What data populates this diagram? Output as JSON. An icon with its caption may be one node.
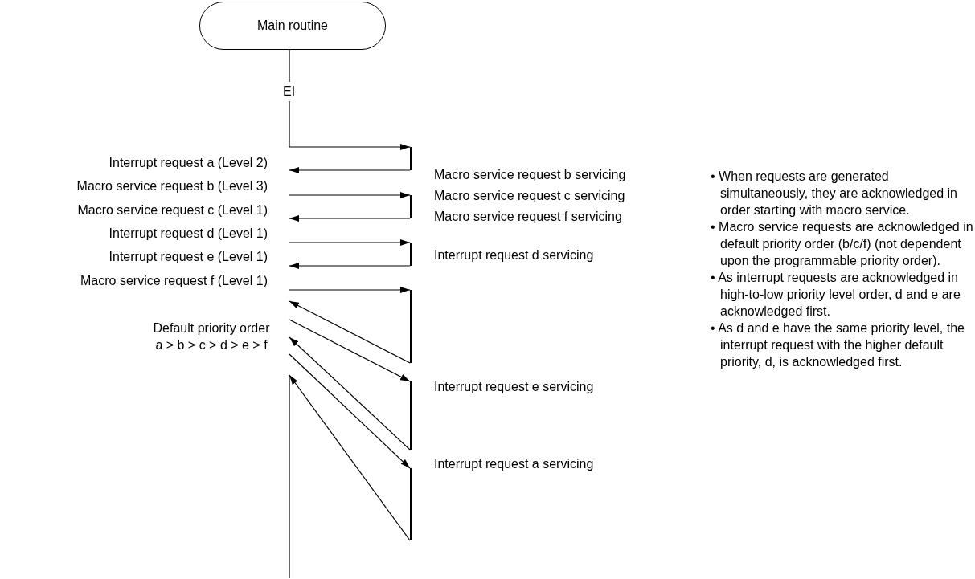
{
  "diagram": {
    "nodes": [
      {
        "text": [
          "Main routine"
        ]
      },
      {
        "text": [],
        "shape": "bar",
        "beside": [
          "Macro service request b servicing"
        ]
      },
      {
        "text": [],
        "shape": "bar",
        "beside": [
          "Macro service request c servicing"
        ]
      },
      {
        "text": [],
        "shape": "bar",
        "beside": [
          "Macro service request f servicing"
        ]
      },
      {
        "text": [],
        "shape": "bar",
        "beside": [
          "Interrupt request d servicing"
        ]
      },
      {
        "text": [],
        "shape": "bar",
        "beside": [
          "Interrupt request e servicing"
        ]
      },
      {
        "text": [],
        "shape": "bar",
        "beside": [
          "Interrupt request a servicing"
        ]
      }
    ],
    "edges": [
      {
        "from": 0,
        "to": 1,
        "arrow": "to",
        "label": "EI"
      },
      {
        "from": 1,
        "to": null,
        "arrow": "to"
      },
      {
        "from": null,
        "to": 2,
        "arrow": "to"
      },
      {
        "from": 2,
        "to": null,
        "arrow": "to"
      },
      {
        "from": null,
        "to": 3,
        "arrow": "to"
      },
      {
        "from": 3,
        "to": null,
        "arrow": "to"
      },
      {
        "from": null,
        "to": 4,
        "arrow": "to"
      },
      {
        "from": 4,
        "to": null,
        "arrow": "to"
      },
      {
        "from": null,
        "to": 5,
        "arrow": "to"
      },
      {
        "from": 5,
        "to": null,
        "arrow": "to"
      },
      {
        "from": null,
        "to": 6,
        "arrow": "to"
      },
      {
        "from": 6,
        "to": null,
        "arrow": "to"
      }
    ],
    "labels": [
      "Interrupt request a (Level 2)",
      "Macro service request b (Level 3)",
      "Macro service request c (Level 1)",
      "Interrupt request d (Level 1)",
      "Interrupt request e (Level 1)",
      "Macro service request f (Level 1)",
      "Default priority order",
      "a > b > c > d > e > f",
      "• When requests are generated simultaneously, they are acknowledged in order starting with macro service.",
      "• Macro service requests are acknowledged in default priority order (b/c/f) (not dependent upon the programmable priority order).",
      "• As interrupt requests are acknowledged in high-to-low priority level order, d and e are acknowledged first.",
      "• As d and e have the same priority level, the interrupt request with the higher default priority, d, is acknowledged first."
    ]
  }
}
